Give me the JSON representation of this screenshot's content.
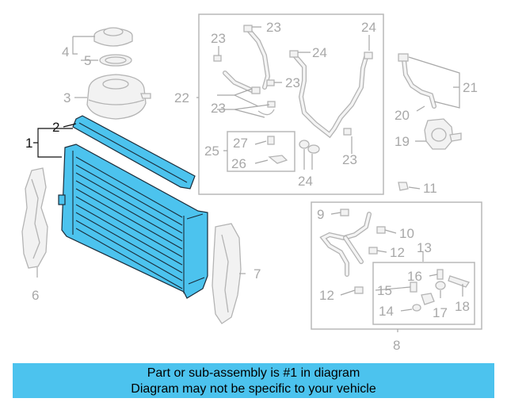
{
  "diagram": {
    "callouts": {
      "c1": "1",
      "c2": "2",
      "c3": "3",
      "c4": "4",
      "c5": "5",
      "c6": "6",
      "c7": "7",
      "c8": "8",
      "c9": "9",
      "c10": "10",
      "c11": "11",
      "c12a": "12",
      "c12b": "12",
      "c13": "13",
      "c14": "14",
      "c15": "15",
      "c16": "16",
      "c17": "17",
      "c18": "18",
      "c19": "19",
      "c20": "20",
      "c21": "21",
      "c22": "22",
      "c23a": "23",
      "c23b": "23",
      "c23c": "23",
      "c23d": "23",
      "c23e": "23",
      "c24a": "24",
      "c24b": "24",
      "c24c": "24",
      "c25": "25",
      "c26": "26",
      "c27": "27"
    },
    "highlight_color": "#4cc3ee"
  },
  "banner": {
    "line1": "Part or sub-assembly is #1 in diagram",
    "line2": "Diagram may not be specific to your vehicle",
    "color": "#4cc3ee"
  }
}
